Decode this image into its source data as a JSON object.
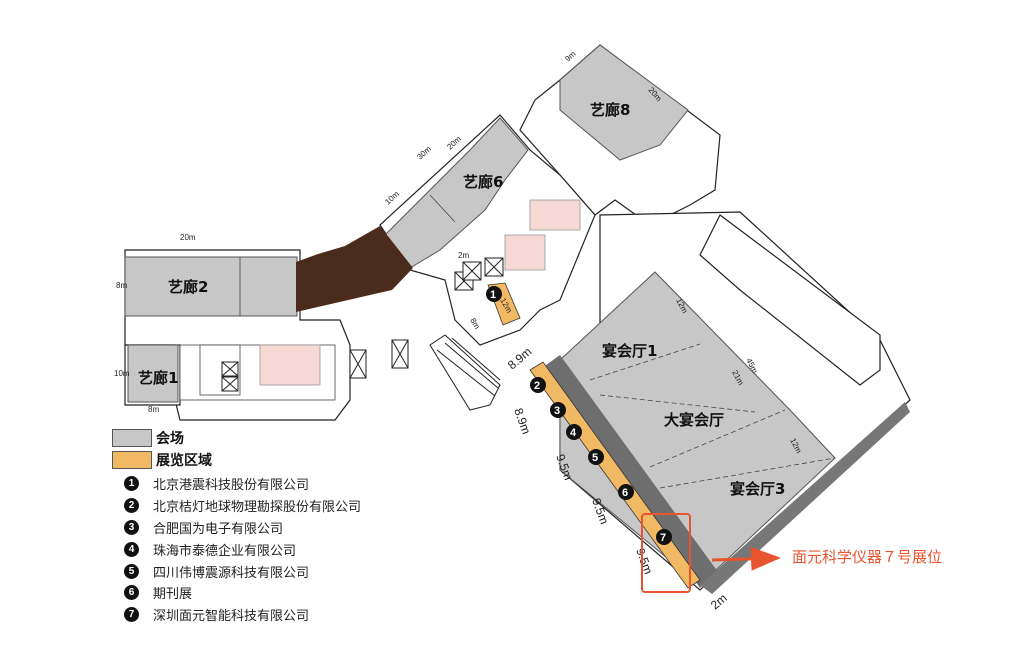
{
  "rooms": {
    "gallery1": "艺廊1",
    "gallery2": "艺廊2",
    "gallery6": "艺廊6",
    "gallery8": "艺廊8",
    "banquet1": "宴会厅1",
    "grand_banquet": "大宴会厅",
    "banquet3": "宴会厅3"
  },
  "dimensions": {
    "g2_width": "20m",
    "g2_height": "8m",
    "g1_height": "10m",
    "g1_width": "8m",
    "g6_top": "30m",
    "g6_top_inner": "20m",
    "g6_side": "10m",
    "g8_top": "9m",
    "g8_side": "20m",
    "lobby_a": "2m",
    "lobby_b": "12m",
    "lobby_c": "8m",
    "hall_left": "12m",
    "hall_mid": "45m",
    "hall_right": "21m",
    "hall_right2": "12m",
    "expo_start": "8.9m",
    "seg1": "8.9m",
    "seg2": "9.5m",
    "seg3": "9.5m",
    "seg4": "9.5m",
    "bottom": "2m"
  },
  "legend": {
    "venue": "会场",
    "expo": "展览区域",
    "exhibitors": [
      {
        "num": "1",
        "name": "北京港震科技股份有限公司"
      },
      {
        "num": "2",
        "name": "北京桔灯地球物理勘探股份有限公司"
      },
      {
        "num": "3",
        "name": "合肥国为电子有限公司"
      },
      {
        "num": "4",
        "name": "珠海市泰德企业有限公司"
      },
      {
        "num": "5",
        "name": "四川伟博震源科技有限公司"
      },
      {
        "num": "6",
        "name": "期刊展"
      },
      {
        "num": "7",
        "name": "深圳面元智能科技有限公司"
      }
    ]
  },
  "booth_note": "面元科学仪器７号展位",
  "colors": {
    "venue": "#c7c7c7",
    "expo": "#f1b963",
    "dark_area": "#4a2b1c",
    "corridor": "#6e6e6e",
    "highlight": "#e8542e"
  }
}
